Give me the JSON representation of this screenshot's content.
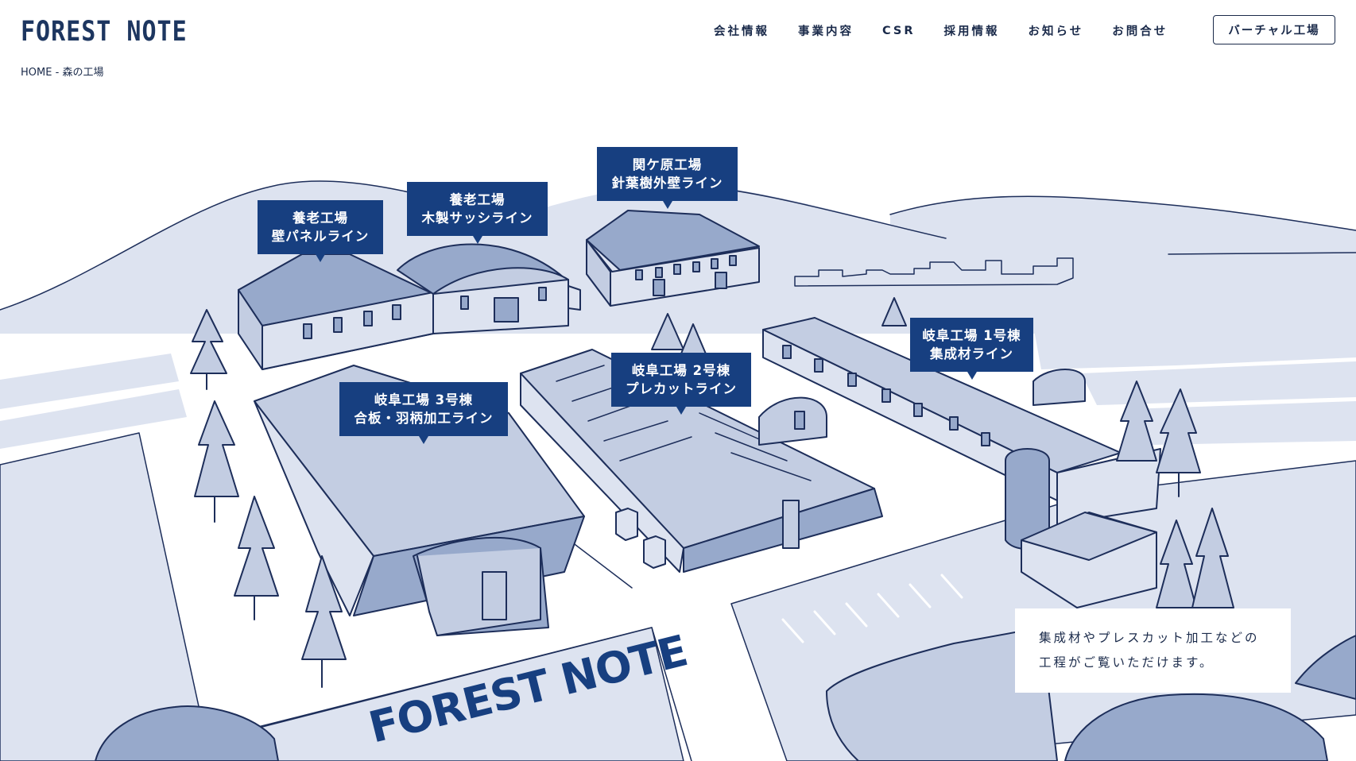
{
  "header": {
    "logo": "FOREST NOTE",
    "nav": [
      "会社情報",
      "事業内容",
      "CSR",
      "採用情報",
      "お知らせ",
      "お問合せ"
    ],
    "cta": "バーチャル工場"
  },
  "breadcrumb": {
    "home": "HOME",
    "separator": "-",
    "current": "森の工場"
  },
  "map": {
    "sign_text": "FOREST NOTE",
    "labels": [
      {
        "line1": "養老工場",
        "line2": "壁パネルライン"
      },
      {
        "line1": "養老工場",
        "line2": "木製サッシライン"
      },
      {
        "line1": "関ケ原工場",
        "line2": "針葉樹外壁ライン"
      },
      {
        "line1": "岐阜工場 1号棟",
        "line2": "集成材ライン"
      },
      {
        "line1": "岐阜工場 2号棟",
        "line2": "プレカットライン"
      },
      {
        "line1": "岐阜工場 3号棟",
        "line2": "合板・羽柄加工ライン"
      }
    ],
    "info": {
      "line1": "集成材やプレスカット加工などの",
      "line2": "工程がご覧いただけます。"
    }
  },
  "colors": {
    "navy": "#173f80",
    "outline": "#1d2e5a",
    "light": "#dde3f0",
    "mid": "#c3cde2",
    "deep": "#97a9cb"
  }
}
